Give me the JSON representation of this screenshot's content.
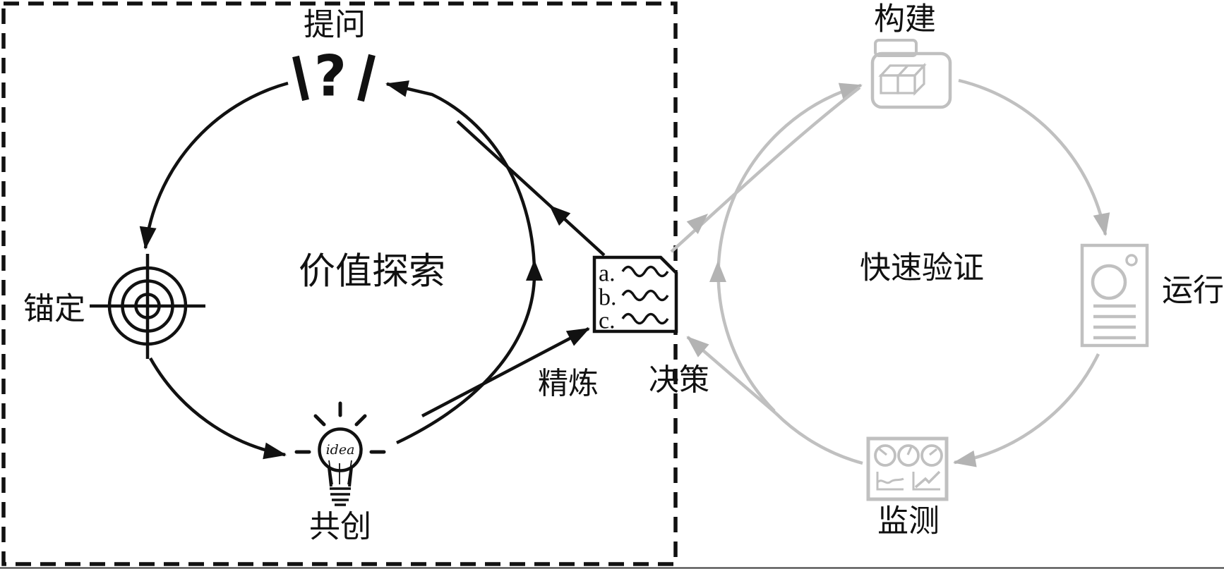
{
  "figure": {
    "left_panel": {
      "title": "价值探索",
      "node_top": "提问",
      "node_left": "锚定",
      "node_bottom": "共创",
      "label_refine": "精炼",
      "label_decision": "决策",
      "question_glyph": "?",
      "idea_word": "idea",
      "list_item_a": "a.",
      "list_item_b": "b.",
      "list_item_c": "c."
    },
    "right_panel": {
      "title": "快速验证",
      "node_top": "构建",
      "node_right": "运行",
      "node_bottom": "监测"
    },
    "colors": {
      "ink": "#111111",
      "muted": "#c0c0c0",
      "muted_arrow": "#b3b3b3"
    }
  }
}
